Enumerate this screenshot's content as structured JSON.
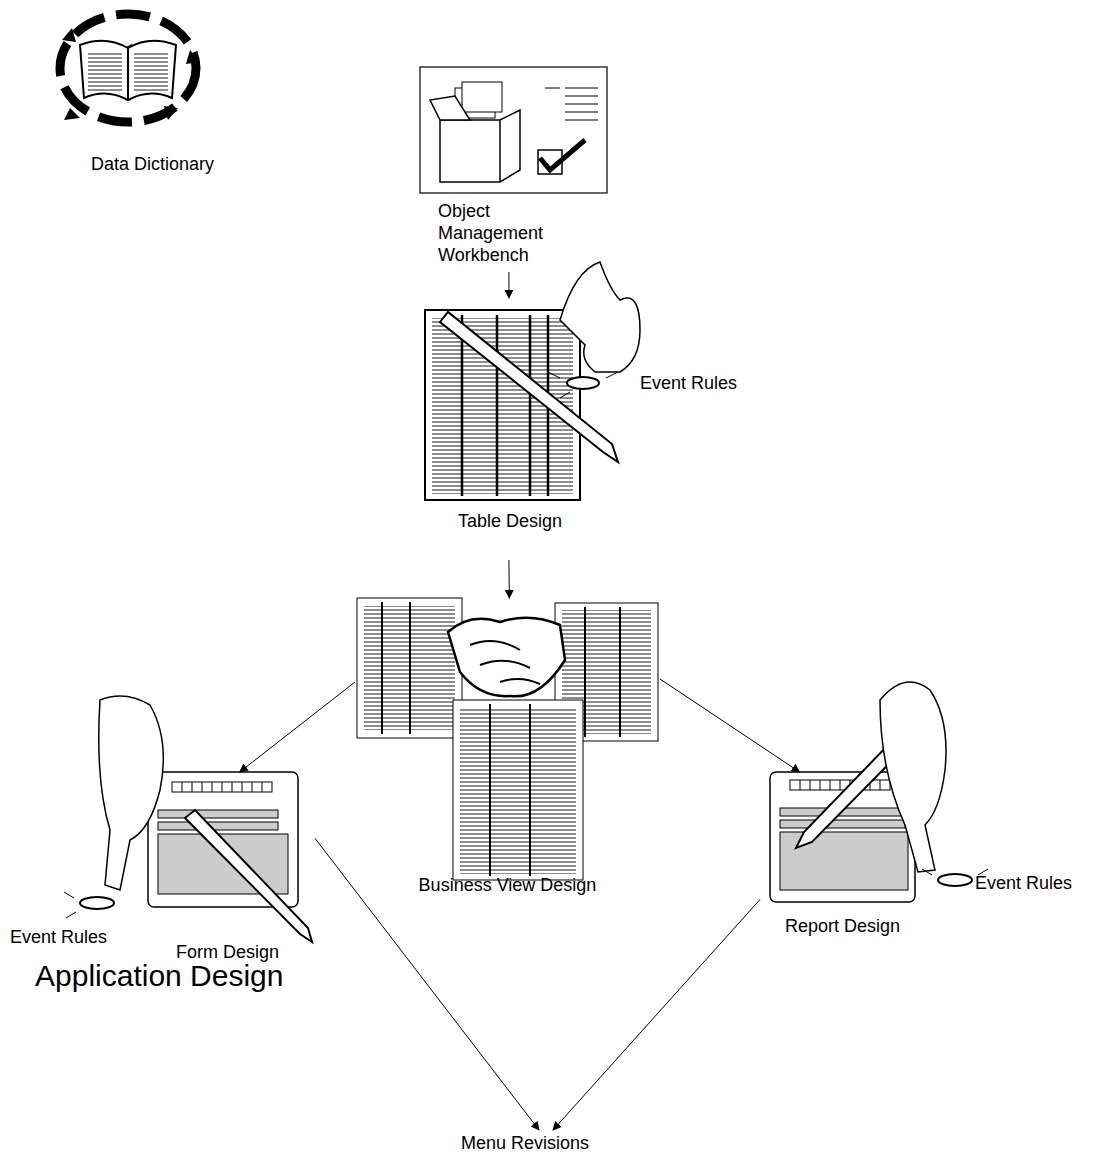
{
  "diagram": {
    "nodes": [
      {
        "text": [
          "Data Dictionary"
        ]
      },
      {
        "text": [
          "Object Management Workbench"
        ]
      },
      {
        "text": [
          "Table Design"
        ]
      },
      {
        "text": [
          "Business View Design"
        ]
      },
      {
        "text": [
          "Form Design"
        ]
      },
      {
        "text": [
          "Report Design"
        ]
      },
      {
        "text": [
          "Menu Revisions"
        ]
      }
    ],
    "edges": [
      {
        "from": 1,
        "to": 2,
        "arrow": "to"
      },
      {
        "from": 2,
        "to": 3,
        "arrow": "to"
      },
      {
        "from": 3,
        "to": 4,
        "arrow": "to"
      },
      {
        "from": 3,
        "to": 5,
        "arrow": "to"
      },
      {
        "from": 4,
        "to": 6,
        "arrow": "to"
      },
      {
        "from": 5,
        "to": 6,
        "arrow": "to"
      }
    ],
    "labels": [
      "Event Rules",
      "Event Rules",
      "Event Rules",
      "Application Design"
    ]
  }
}
